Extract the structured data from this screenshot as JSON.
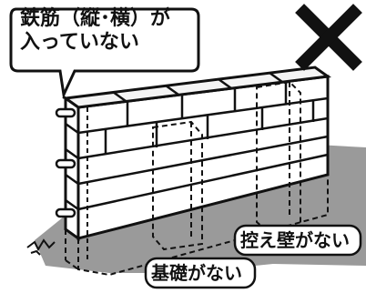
{
  "callouts": {
    "no_rebar_line1": "鉄筋（縦･横）が",
    "no_rebar_line2": "入っていない",
    "no_buttress": "控え壁がない",
    "no_foundation": "基礎がない"
  },
  "verdict": {
    "mark_icon": "cross-mark-icon"
  },
  "colors": {
    "ink": "#111111",
    "ground_shadow": "#9a9a9a",
    "wall_fill": "#ffffff",
    "page": "#ffffff"
  }
}
